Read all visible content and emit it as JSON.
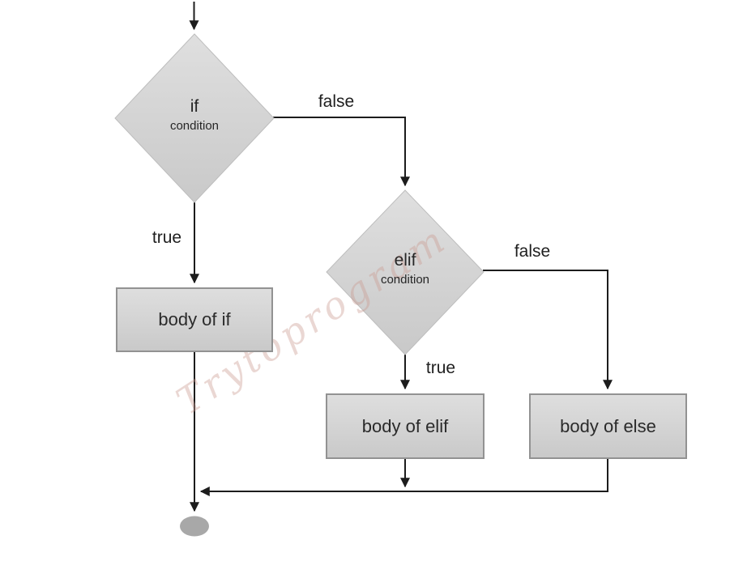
{
  "flowchart": {
    "decisions": {
      "if": {
        "keyword": "if",
        "sub": "condition"
      },
      "elif": {
        "keyword": "elif",
        "sub": "condition"
      }
    },
    "bodies": {
      "if": "body of if",
      "elif": "body of elif",
      "else": "body of else"
    },
    "edges": {
      "if_true": "true",
      "if_false": "false",
      "elif_true": "true",
      "elif_false": "false"
    },
    "watermark": "Trytoprogram",
    "colors": {
      "background": "#ffffff",
      "shape_fill_top": "#dedede",
      "shape_fill_bottom": "#c9c9c9",
      "rect_border": "#929292",
      "diamond_border": "#bdbdbd",
      "connector": "#1c1c1c",
      "terminal_fill": "#a8a8a8",
      "text": "#262626",
      "watermark": "#cb9b91"
    }
  }
}
